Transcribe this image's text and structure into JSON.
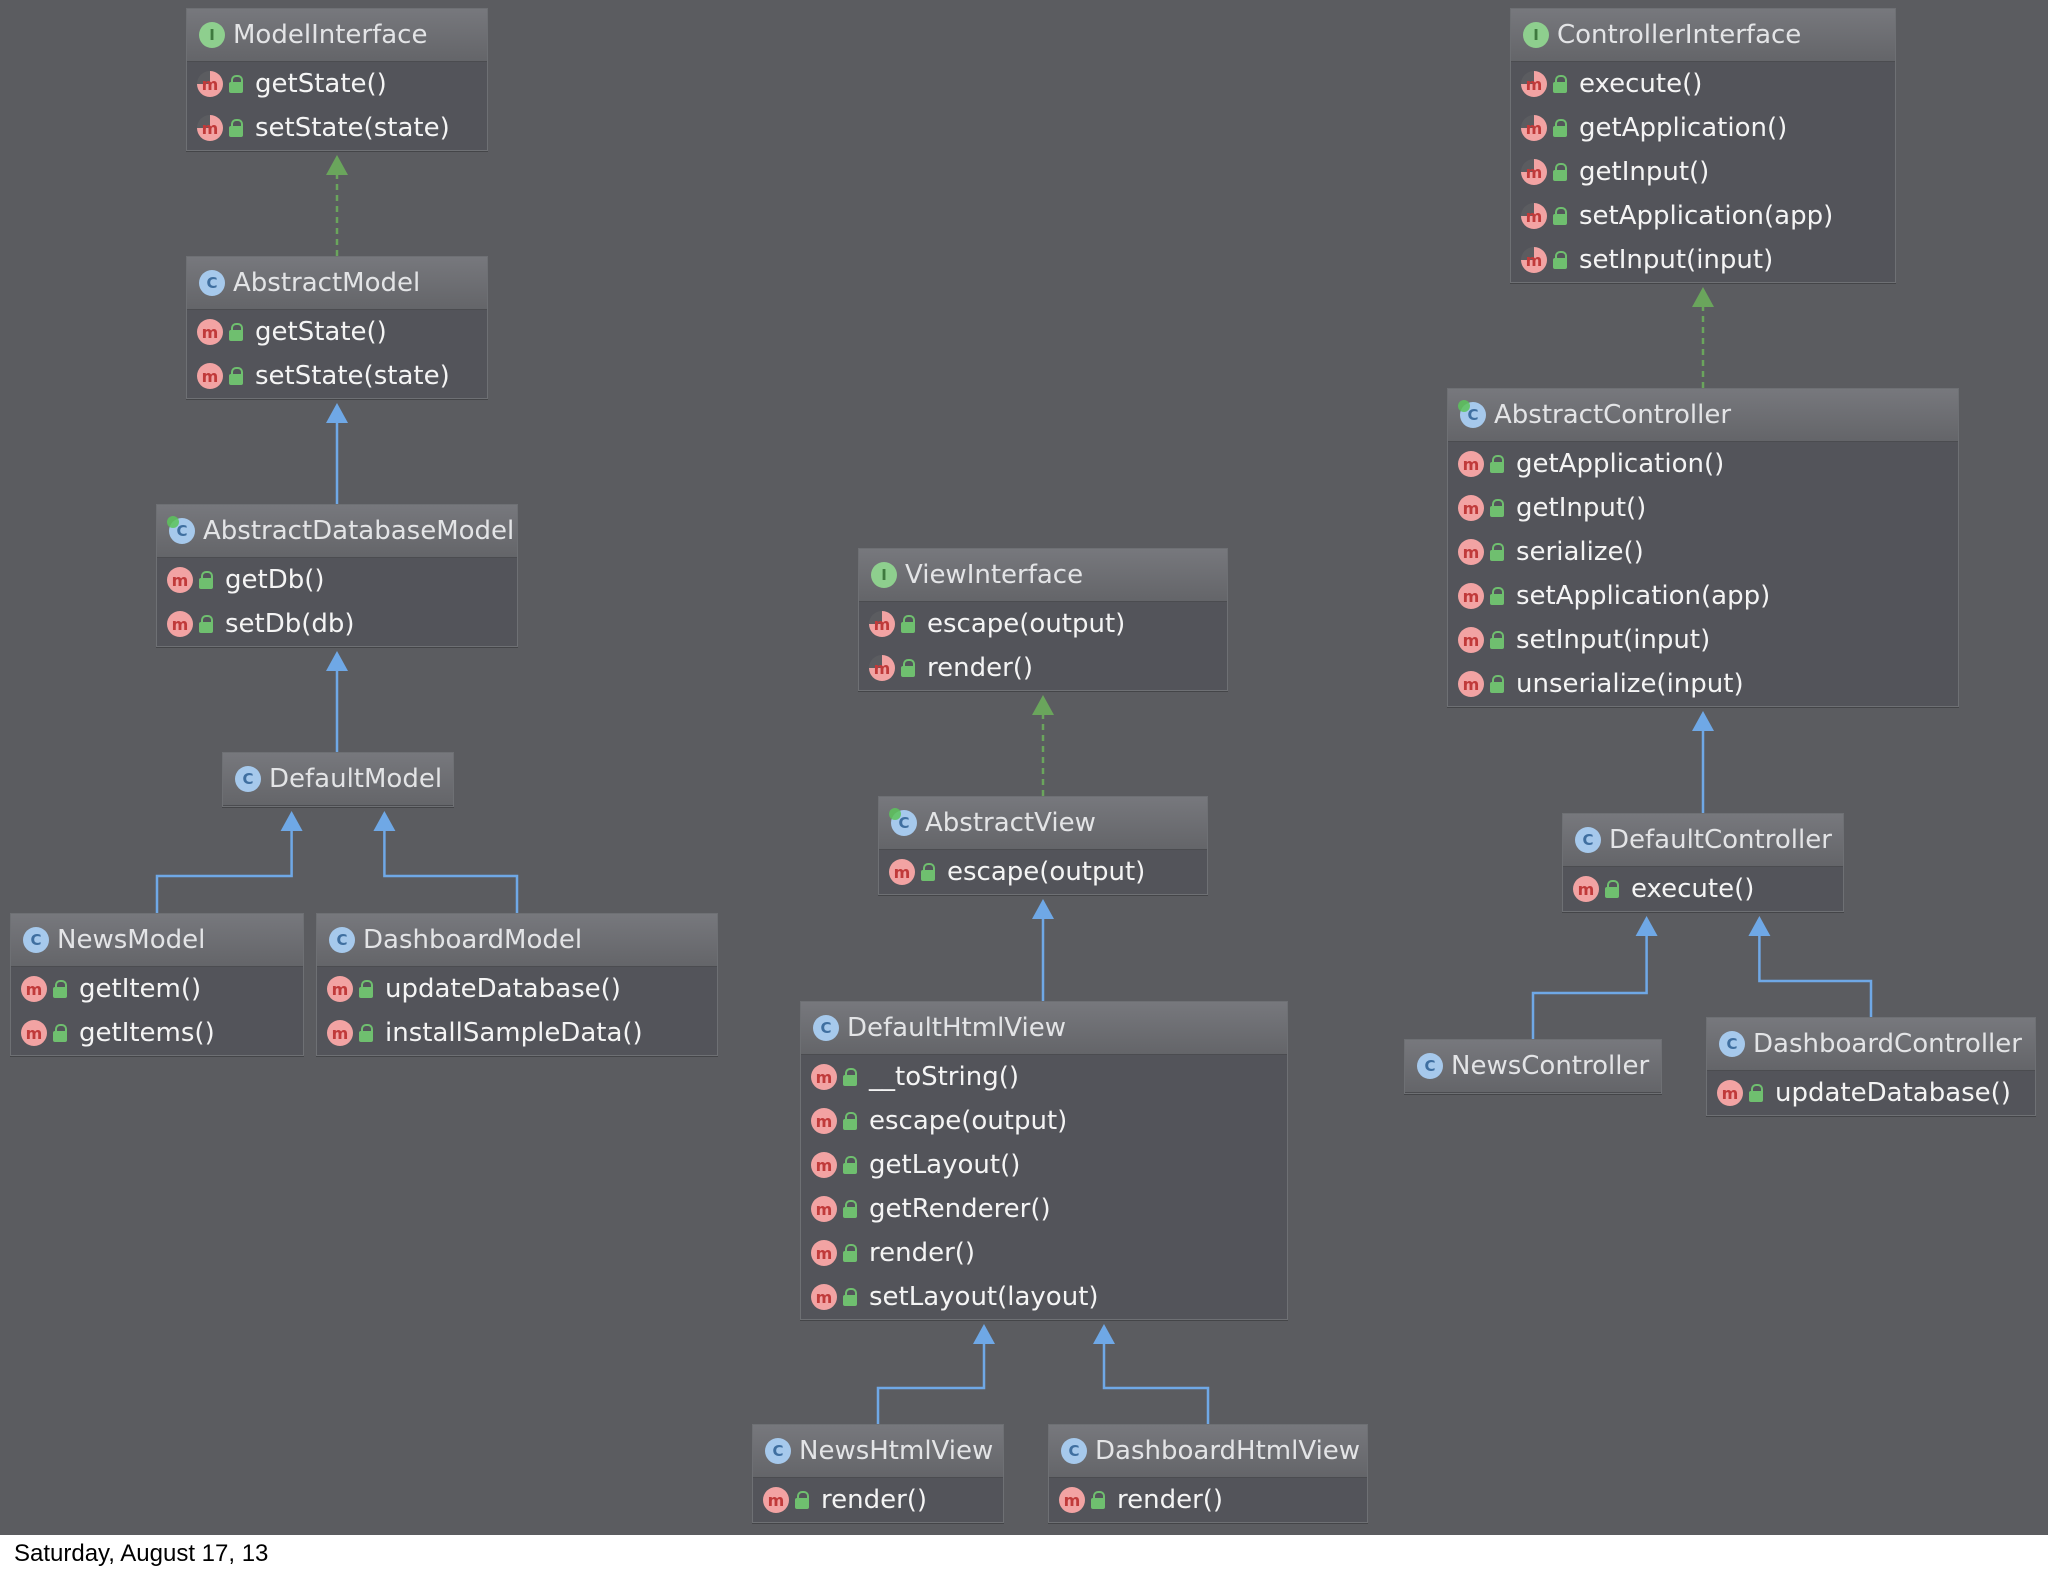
{
  "colors": {
    "background": "#5b5c60",
    "inheritance_arrow": "#6fa8e6",
    "implementation_arrow": "#6aa55c",
    "method_icon": "#f2a3a3",
    "class_icon": "#a6c9ec",
    "interface_icon": "#8ecf8e"
  },
  "classes": {
    "model_interface": {
      "name": "ModelInterface",
      "kind": "interface",
      "methods": [
        "getState()",
        "setState(state)"
      ]
    },
    "abstract_model": {
      "name": "AbstractModel",
      "kind": "class",
      "methods": [
        "getState()",
        "setState(state)"
      ]
    },
    "abstract_database_model": {
      "name": "AbstractDatabaseModel",
      "kind": "abstract",
      "methods": [
        "getDb()",
        "setDb(db)"
      ]
    },
    "default_model": {
      "name": "DefaultModel",
      "kind": "class",
      "methods": []
    },
    "news_model": {
      "name": "NewsModel",
      "kind": "class",
      "methods": [
        "getItem()",
        "getItems()"
      ]
    },
    "dashboard_model": {
      "name": "DashboardModel",
      "kind": "class",
      "methods": [
        "updateDatabase()",
        "installSampleData()"
      ]
    },
    "view_interface": {
      "name": "ViewInterface",
      "kind": "interface",
      "methods": [
        "escape(output)",
        "render()"
      ]
    },
    "abstract_view": {
      "name": "AbstractView",
      "kind": "abstract",
      "methods": [
        "escape(output)"
      ]
    },
    "default_html_view": {
      "name": "DefaultHtmlView",
      "kind": "class",
      "methods": [
        "__toString()",
        "escape(output)",
        "getLayout()",
        "getRenderer()",
        "render()",
        "setLayout(layout)"
      ]
    },
    "news_html_view": {
      "name": "NewsHtmlView",
      "kind": "class",
      "methods": [
        "render()"
      ]
    },
    "dashboard_html_view": {
      "name": "DashboardHtmlView",
      "kind": "class",
      "methods": [
        "render()"
      ]
    },
    "controller_interface": {
      "name": "ControllerInterface",
      "kind": "interface",
      "methods": [
        "execute()",
        "getApplication()",
        "getInput()",
        "setApplication(app)",
        "setInput(input)"
      ]
    },
    "abstract_controller": {
      "name": "AbstractController",
      "kind": "abstract",
      "methods": [
        "getApplication()",
        "getInput()",
        "serialize()",
        "setApplication(app)",
        "setInput(input)",
        "unserialize(input)"
      ]
    },
    "default_controller": {
      "name": "DefaultController",
      "kind": "class",
      "methods": [
        "execute()"
      ]
    },
    "news_controller": {
      "name": "NewsController",
      "kind": "class",
      "methods": []
    },
    "dashboard_controller": {
      "name": "DashboardController",
      "kind": "class",
      "methods": [
        "updateDatabase()"
      ]
    }
  },
  "relations": [
    {
      "from": "abstract_model",
      "to": "model_interface",
      "type": "implements"
    },
    {
      "from": "abstract_database_model",
      "to": "abstract_model",
      "type": "extends"
    },
    {
      "from": "default_model",
      "to": "abstract_database_model",
      "type": "extends"
    },
    {
      "from": "news_model",
      "to": "default_model",
      "type": "extends"
    },
    {
      "from": "dashboard_model",
      "to": "default_model",
      "type": "extends"
    },
    {
      "from": "abstract_view",
      "to": "view_interface",
      "type": "implements"
    },
    {
      "from": "default_html_view",
      "to": "abstract_view",
      "type": "extends"
    },
    {
      "from": "news_html_view",
      "to": "default_html_view",
      "type": "extends"
    },
    {
      "from": "dashboard_html_view",
      "to": "default_html_view",
      "type": "extends"
    },
    {
      "from": "abstract_controller",
      "to": "controller_interface",
      "type": "implements"
    },
    {
      "from": "default_controller",
      "to": "abstract_controller",
      "type": "extends"
    },
    {
      "from": "news_controller",
      "to": "default_controller",
      "type": "extends"
    },
    {
      "from": "dashboard_controller",
      "to": "default_controller",
      "type": "extends"
    }
  ],
  "footer": {
    "date": "Saturday, August 17, 13"
  }
}
